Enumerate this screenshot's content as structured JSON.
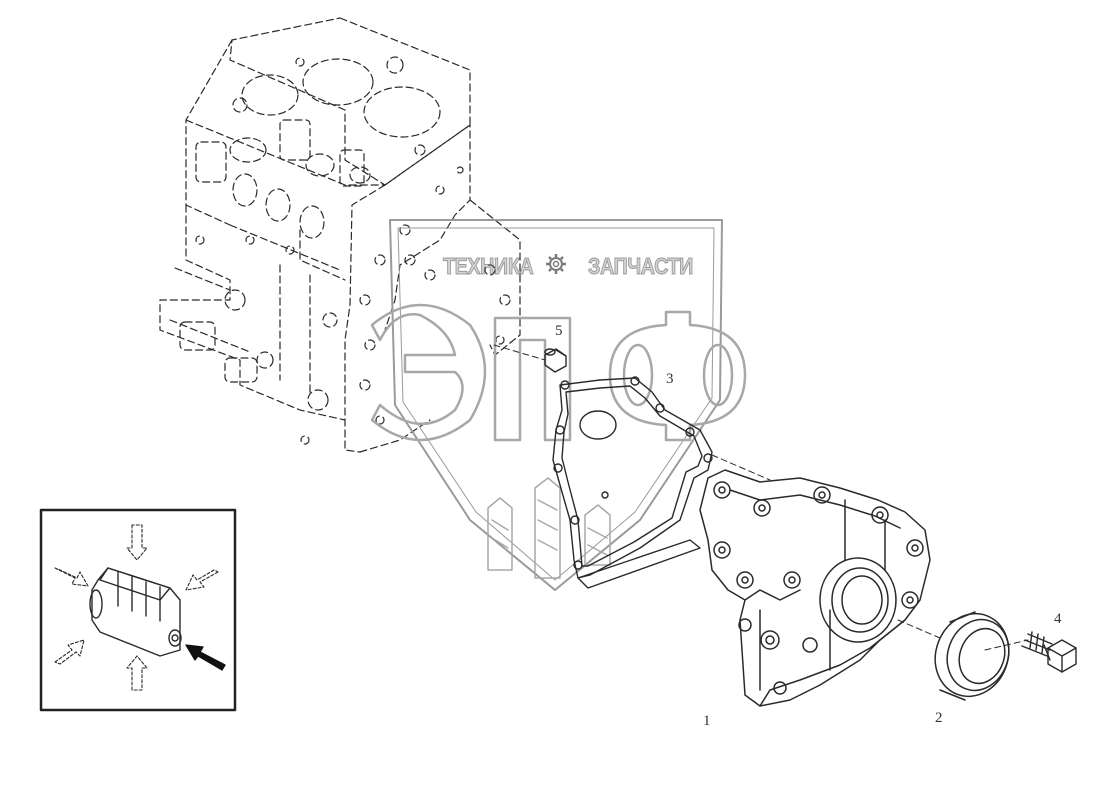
{
  "watermark": {
    "text_left": "ТЕХНИКА",
    "text_right": "ЗАПЧАСТИ",
    "monogram": "ЭПФ",
    "icon": "gear-icon"
  },
  "callouts": [
    {
      "id": "1",
      "label": "1",
      "part": "oil-pump-housing"
    },
    {
      "id": "2",
      "label": "2",
      "part": "oil-seal"
    },
    {
      "id": "3",
      "label": "3",
      "part": "gasket"
    },
    {
      "id": "4",
      "label": "4",
      "part": "bolt"
    },
    {
      "id": "5",
      "label": "5",
      "part": "dowel-pin"
    }
  ],
  "inset": {
    "description_icon": "dowel-pin-detail",
    "arrows": 6
  },
  "colors": {
    "line": "#2a2a2a",
    "watermark": "#8c8c8c"
  }
}
